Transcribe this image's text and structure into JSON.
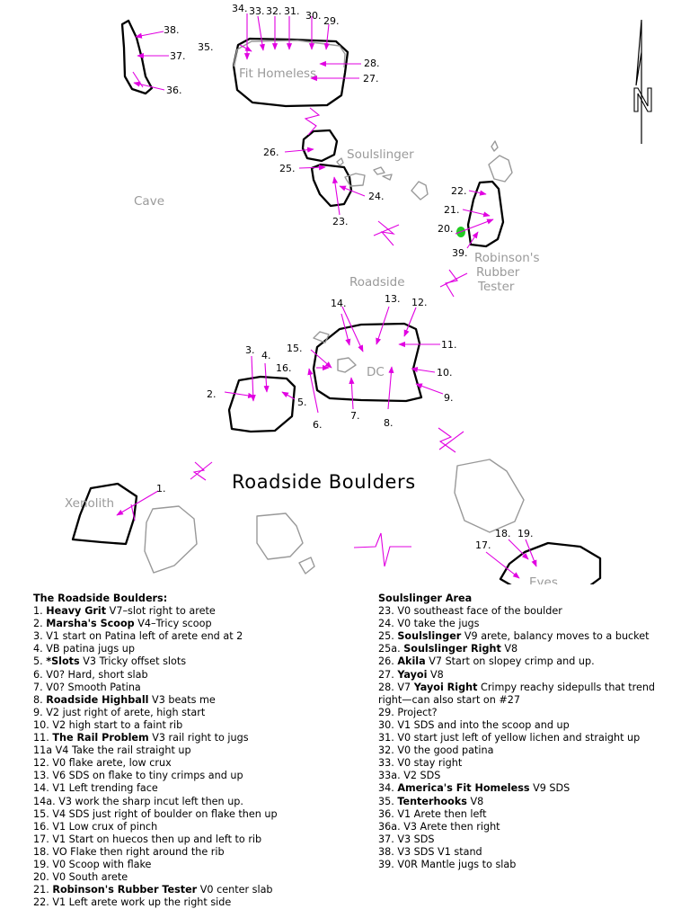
{
  "map": {
    "title": "Roadside Boulders",
    "compass_letter": "N",
    "area_labels": {
      "fit_homeless": "Fit Homeless",
      "soulslinger": "Soulslinger",
      "cave": "Cave",
      "robinsons": [
        "Robinson's",
        "Rubber",
        "Tester"
      ],
      "roadside": "Roadside",
      "dc": "DC",
      "xenolith": "Xenolith",
      "eyes": "Eyes"
    },
    "route_numbers": {
      "n1": "1.",
      "n2": "2.",
      "n3": "3.",
      "n4": "4.",
      "n5": "5.",
      "n6": "6.",
      "n7": "7.",
      "n8": "8.",
      "n9": "9.",
      "n10": "10.",
      "n11": "11.",
      "n12": "12.",
      "n13": "13.",
      "n14": "14.",
      "n15": "15.",
      "n16": "16.",
      "n17": "17.",
      "n18": "18.",
      "n19": "19.",
      "n20": "20.",
      "n21": "21.",
      "n22": "22.",
      "n23": "23.",
      "n24": "24.",
      "n25": "25.",
      "n26": "26.",
      "n27": "27.",
      "n28": "28.",
      "n29": "29.",
      "n30": "30.",
      "n31": "31.",
      "n32": "32.",
      "n33": "33.",
      "n34": "34.",
      "n35": "35.",
      "n36": "36.",
      "n37": "37.",
      "n38": "38.",
      "n39": "39."
    },
    "colors": {
      "route_lines": "#e100e1",
      "boulder_outline": "#000000",
      "minor_boulder_outline": "#999999",
      "label_text": "#9a9a9a",
      "marker": "#22cc22"
    }
  },
  "legend": {
    "left_heading": "The Roadside Boulders:",
    "left": [
      {
        "num": "1.",
        "name": "Heavy Grit",
        "text": " V7–slot right to arete"
      },
      {
        "num": "2.",
        "name": "Marsha's Scoop",
        "text": " V4–Tricy scoop"
      },
      {
        "num": "3.",
        "name": "",
        "text": "V1 start on Patina left of arete end at 2"
      },
      {
        "num": "4.",
        "name": "",
        "text": "VB patina jugs up"
      },
      {
        "num": "5.",
        "name": "*Slots",
        "text": " V3 Tricky offset slots"
      },
      {
        "num": "6.",
        "name": "",
        "text": "V0? Hard, short slab"
      },
      {
        "num": "7.",
        "name": "",
        "text": "V0? Smooth Patina"
      },
      {
        "num": "8.",
        "name": "Roadside Highball",
        "text": " V3 beats me"
      },
      {
        "num": "9.",
        "name": "",
        "text": "V2 just right of arete, high start"
      },
      {
        "num": "10.",
        "name": "",
        "text": "V2 high start to a faint rib"
      },
      {
        "num": "11.",
        "name": "The Rail Problem",
        "text": " V3 rail right to jugs"
      },
      {
        "num": "11a",
        "name": "",
        "text": "V4 Take the rail straight up"
      },
      {
        "num": "12.",
        "name": "",
        "text": "V0 flake arete, low crux"
      },
      {
        "num": "13.",
        "name": "",
        "text": "V6 SDS on flake to tiny crimps and up"
      },
      {
        "num": "14.",
        "name": "",
        "text": "V1 Left trending face"
      },
      {
        "num": "14a.",
        "name": "",
        "text": "V3 work the sharp incut left then up."
      },
      {
        "num": "15.",
        "name": "",
        "text": "V4 SDS just right of boulder on flake then up"
      },
      {
        "num": "16.",
        "name": "",
        "text": "V1 Low crux of pinch"
      },
      {
        "num": "17.",
        "name": "",
        "text": "V1 Start on huecos then up and left to rib"
      },
      {
        "num": "18.",
        "name": "",
        "text": "VO Flake then right around the rib"
      },
      {
        "num": "19.",
        "name": "",
        "text": "V0 Scoop with flake"
      },
      {
        "num": "20.",
        "name": "",
        "text": "V0 South arete"
      },
      {
        "num": "21.",
        "name": "Robinson's Rubber Tester",
        "text": " V0 center slab"
      },
      {
        "num": "22.",
        "name": "",
        "text": "V1 Left arete work up the right side"
      }
    ],
    "right_heading": "Soulslinger Area",
    "right": [
      {
        "num": "23.",
        "name": "",
        "text": "V0 southeast face of the boulder"
      },
      {
        "num": "24.",
        "name": "",
        "text": "V0 take the jugs"
      },
      {
        "num": "25.",
        "name": "Soulslinger",
        "text": " V9 arete, balancy moves to a bucket",
        "wrap": true
      },
      {
        "num": "25a.",
        "name": "Soulslinger Right",
        "text": " V8"
      },
      {
        "num": "26.",
        "name": "Akila",
        "text": " V7 Start on slopey crimp and up."
      },
      {
        "num": "27.",
        "name": "Yayoi",
        "text": " V8"
      },
      {
        "num": "28.",
        "name": "",
        "text": "V7 ",
        "name2": "Yayoi Right",
        "text2": " Crimpy reachy sidepulls that trend right—can also start on #27",
        "wrap": true
      },
      {
        "num": "29.",
        "name": "",
        "text": "Project?"
      },
      {
        "num": "30.",
        "name": "",
        "text": "V1 SDS and into the scoop and up"
      },
      {
        "num": "31.",
        "name": "",
        "text": "V0 start just left of yellow lichen and straight up",
        "wrap": true
      },
      {
        "num": "32.",
        "name": "",
        "text": "V0 the good patina"
      },
      {
        "num": "33.",
        "name": "",
        "text": "V0 stay right"
      },
      {
        "num": "33a.",
        "name": "",
        "text": "V2 SDS"
      },
      {
        "num": "34.",
        "name": "America's Fit Homeless",
        "text": " V9 SDS"
      },
      {
        "num": "35.",
        "name": "Tenterhooks",
        "text": " V8"
      },
      {
        "num": "36.",
        "name": "",
        "text": "V1 Arete then left"
      },
      {
        "num": "36a.",
        "name": "",
        "text": "V3 Arete then right"
      },
      {
        "num": "37.",
        "name": "",
        "text": "V3 SDS"
      },
      {
        "num": "38.",
        "name": "",
        "text": "V3 SDS V1 stand"
      },
      {
        "num": "39.",
        "name": "",
        "text": "V0R Mantle jugs to slab"
      }
    ]
  }
}
